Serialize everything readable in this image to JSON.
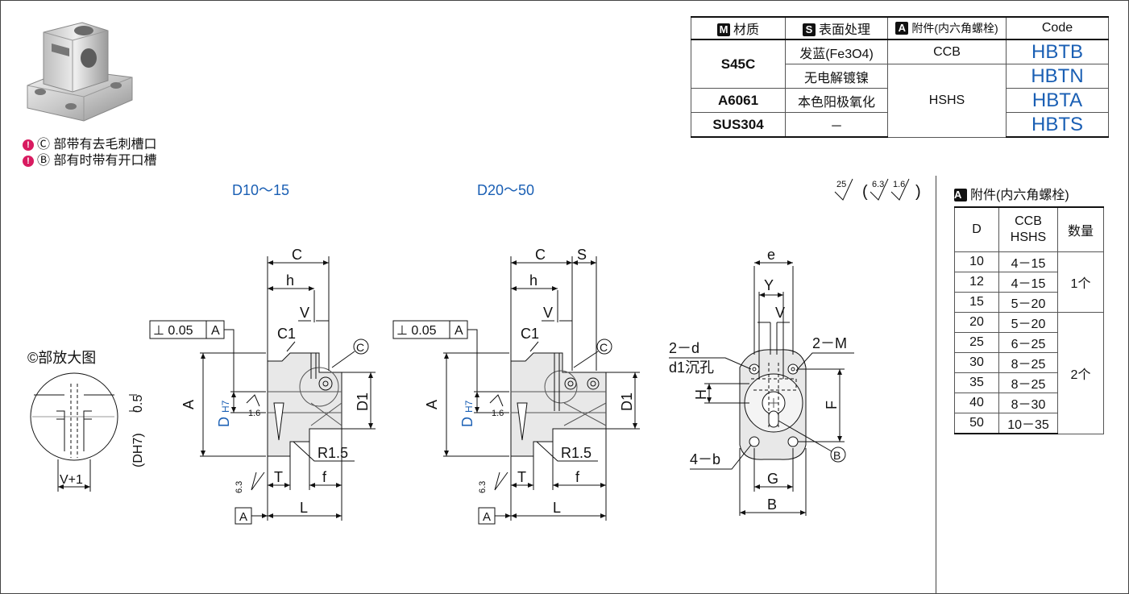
{
  "notes": [
    {
      "icon": "!",
      "text": "Ⓒ 部带有去毛刺槽口"
    },
    {
      "icon": "!",
      "text": "Ⓑ 部有时带有开口槽"
    }
  ],
  "spec_table": {
    "headers": [
      {
        "tag": "M",
        "label": "材质"
      },
      {
        "tag": "S",
        "label": "表面处理"
      },
      {
        "tag": "A",
        "label": "附件(内六角螺栓)"
      },
      {
        "tag": "",
        "label": "Code"
      }
    ],
    "materials": [
      "S45C",
      "A6061",
      "SUS304"
    ],
    "treatments": [
      "发蓝(Fe3O4)",
      "无电解镀镍",
      "本色阳极氧化",
      "－"
    ],
    "attachments": [
      "CCB",
      "HSHS"
    ],
    "codes": [
      "HBTB",
      "HBTN",
      "HBTA",
      "HBTS"
    ]
  },
  "accessory_table": {
    "title_tag": "A",
    "title": "附件(内六角螺栓)",
    "headers": [
      "D",
      "CCB\nHSHS",
      "数量"
    ],
    "header_ccb": "CCB",
    "header_hshs": "HSHS",
    "rows": [
      {
        "d": "10",
        "size": "4－15"
      },
      {
        "d": "12",
        "size": "4－15"
      },
      {
        "d": "15",
        "size": "5－20"
      },
      {
        "d": "20",
        "size": "5－20"
      },
      {
        "d": "25",
        "size": "6－25"
      },
      {
        "d": "30",
        "size": "8－25"
      },
      {
        "d": "35",
        "size": "8－25"
      },
      {
        "d": "40",
        "size": "8－30"
      },
      {
        "d": "50",
        "size": "10－35"
      }
    ],
    "qty_group1": "1个",
    "qty_group2": "2个"
  },
  "drawing": {
    "title_left": "D10～15",
    "title_mid": "D20～50",
    "roughness_main": "25",
    "roughness_alt1": "6.3",
    "roughness_alt2": "1.6",
    "detail_title": "©部放大图",
    "detail_label_05": "0.5",
    "detail_label_dh7": "(DH7)",
    "detail_label_v1": "V+1",
    "perp_tol": "⊥ 0.05",
    "datum": "A",
    "dims": {
      "C": "C",
      "h": "h",
      "V": "V",
      "S": "S",
      "C1": "C1",
      "A": "A",
      "D": "D",
      "H7": "H7",
      "D1": "D1",
      "R15": "R1.5",
      "T": "T",
      "f": "f",
      "L": "L",
      "r16": "1.6",
      "r63": "6.3",
      "e": "e",
      "Y": "Y",
      "d2": "2－d",
      "d1": "d1沉孔",
      "M2": "2－M",
      "H": "H",
      "F": "F",
      "b4": "4－b",
      "G": "G",
      "B": "B",
      "circleC": "C",
      "circleB": "B"
    }
  },
  "colors": {
    "accent_blue": "#1a5fb4",
    "line": "#111111",
    "part_fill": "#e8e8e8",
    "tag_bg": "#111111",
    "warn": "#d81b60"
  },
  "icons": {
    "warn": "warning-icon",
    "tag": "tag-box-icon"
  }
}
